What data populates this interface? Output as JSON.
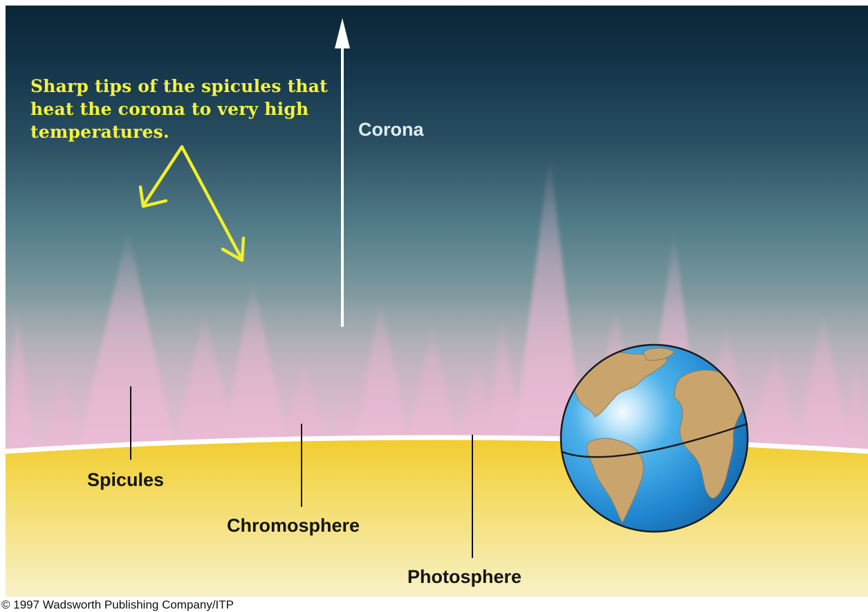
{
  "annotation": {
    "line1": "Sharp tips of the spicules that",
    "line2": "heat the corona to very high",
    "line3": "temperatures."
  },
  "labels": {
    "corona": "Corona",
    "spicules": "Spicules",
    "chromosphere": "Chromosphere",
    "photosphere": "Photosphere"
  },
  "credit": "© 1997 Wadsworth Publishing Company/ITP",
  "colors": {
    "sky_top": "#0c2a3c",
    "sky_mid": "#4e7a88",
    "spicule_pink": "#e3b2cc",
    "photosphere_yellow": "#f2d64a",
    "annotation_yellow": "#f5f23c",
    "earth_ocean": "#2f8fd6",
    "earth_land": "#c9a56d"
  },
  "icons": [
    "earth-globe-icon",
    "up-arrow-icon",
    "yellow-pointer-arrow-icon"
  ]
}
